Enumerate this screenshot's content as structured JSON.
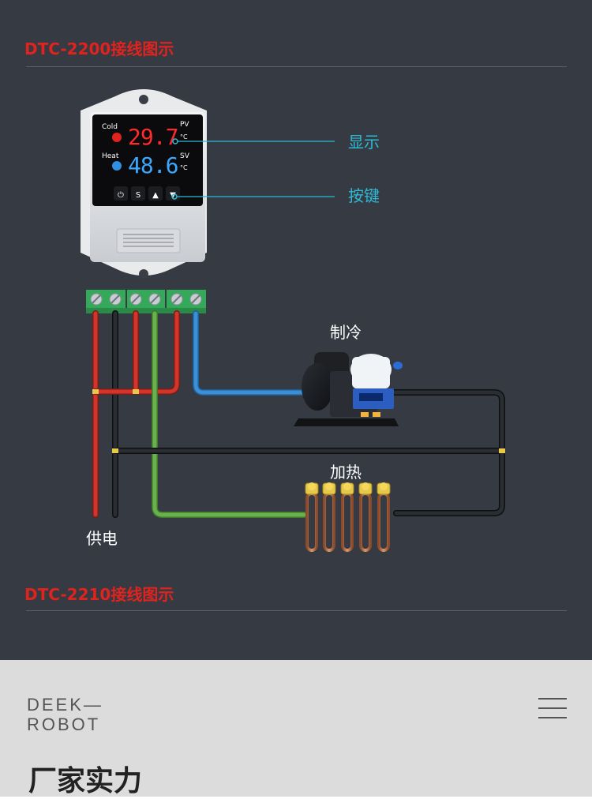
{
  "sections": [
    {
      "title": "DTC-2200接线图示"
    },
    {
      "title": "DTC-2210接线图示"
    }
  ],
  "device": {
    "cold_label": "Cold",
    "heat_label": "Heat",
    "pv_label": "PV",
    "sv_label": "SV",
    "unit": "°C",
    "pv_value": "29.7",
    "sv_value": "48.6",
    "buttons": [
      "⏻",
      "S",
      "▲",
      "▼"
    ]
  },
  "callouts": {
    "display": "显示",
    "keys": "按键"
  },
  "labels": {
    "cooling": "制冷",
    "heating": "加热",
    "power": "供电"
  },
  "colors": {
    "background": "#353a43",
    "title_red": "#e0231f",
    "callout_cyan": "#2fb9d3",
    "wire_red": "#d2352b",
    "wire_black": "#1f2226",
    "wire_green": "#6ab04c",
    "wire_blue": "#3b8fd6"
  },
  "footer": {
    "brand_line1": "DEEK—",
    "brand_line2": "ROBOT",
    "heading": "厂家实力"
  }
}
